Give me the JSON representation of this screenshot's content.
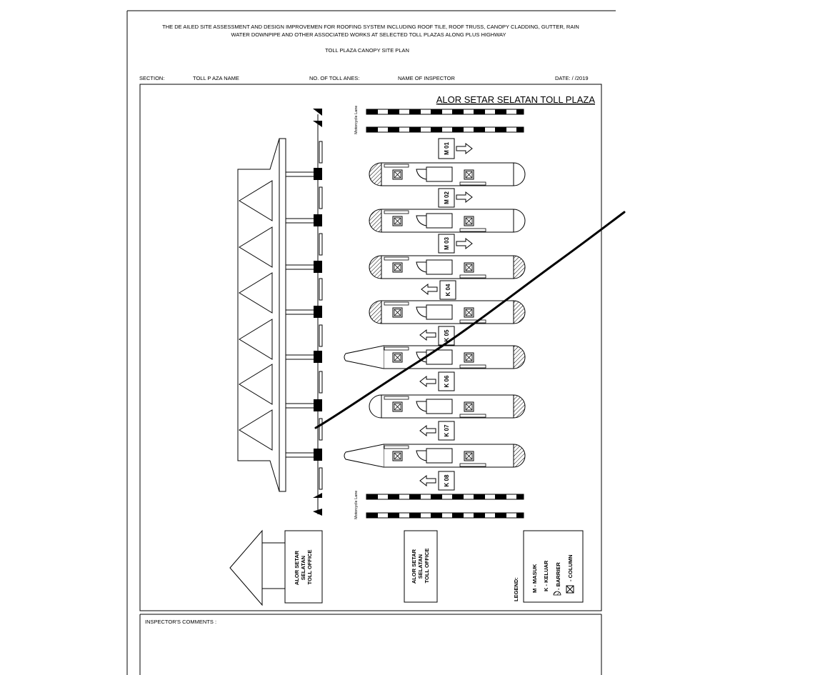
{
  "header": {
    "title_line1": "THE DE AILED SITE ASSESSMENT AND DESIGN IMPROVEMEN FOR ROOFING SYSTEM INCLUDING ROOF TILE, ROOF TRUSS, CANOPY CLADDING, GUTTER, RAIN",
    "title_line2": "WATER DOWNPIPE AND OTHER ASSOCIATED WORKS AT SELECTED TOLL PLAZAS ALONG PLUS HIGHWAY",
    "subtitle": "TOLL PLAZA CANOPY SITE PLAN"
  },
  "info_row": {
    "section": "SECTION:",
    "toll_plaza_name": "TOLL P AZA NAME",
    "no_of_lanes": "NO. OF TOLL ANES:",
    "inspector": "NAME OF INSPECTOR",
    "date": "DATE: / /2019"
  },
  "plan": {
    "plaza_title": "ALOR SETAR SELATAN TOLL PLAZA",
    "motorcycle_lane_label": "Motorcycle Lane",
    "lanes": [
      {
        "label": "M 01",
        "direction": "right"
      },
      {
        "label": "M 02",
        "direction": "right"
      },
      {
        "label": "M 03",
        "direction": "right"
      },
      {
        "label": "K 04",
        "direction": "left"
      },
      {
        "label": "K 05",
        "direction": "left"
      },
      {
        "label": "K 06",
        "direction": "left"
      },
      {
        "label": "K 07",
        "direction": "left"
      },
      {
        "label": "K 08",
        "direction": "left"
      }
    ],
    "office_1": "ALOR SETAR SELATAN TOLL OFFICE",
    "office_2": "ALOR SETAR SELATAN TOLL OFFICE",
    "legend": {
      "title": "LEGEND:",
      "items": [
        "M - MASUK",
        "K - KELUAR",
        "- BARRIER",
        "- COLUMN"
      ]
    }
  },
  "comments": {
    "label": "INSPECTOR'S COMMENTS :"
  }
}
